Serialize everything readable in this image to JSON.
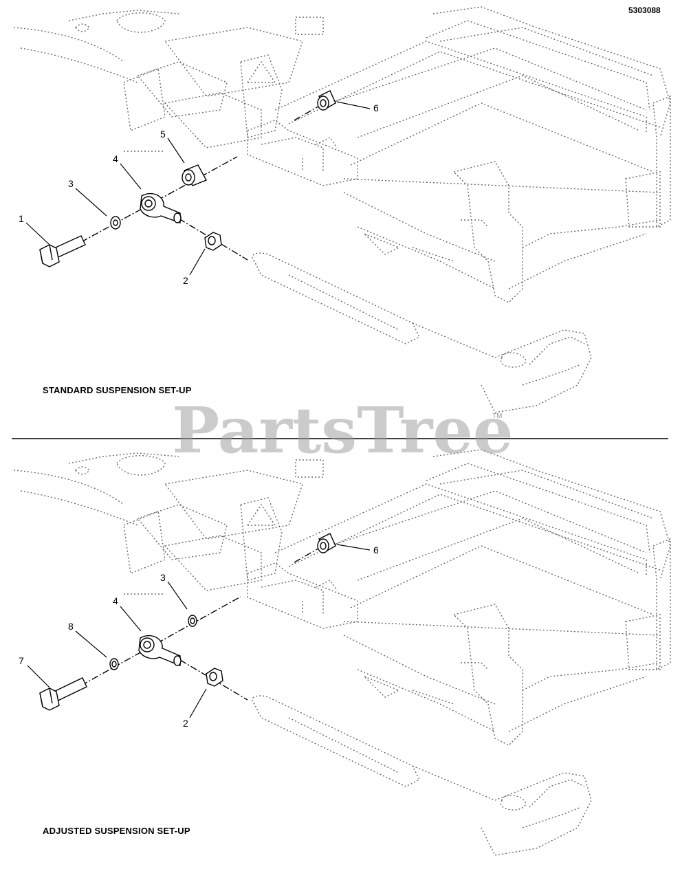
{
  "doc_number": "5303088",
  "watermark": "PartsTree",
  "watermark_tm": "TM",
  "views": [
    {
      "caption": "STANDARD SUSPENSION SET-UP",
      "callouts": [
        "1",
        "2",
        "3",
        "4",
        "5",
        "6"
      ]
    },
    {
      "caption": "ADJUSTED SUSPENSION SET-UP",
      "callouts": [
        "7",
        "2",
        "8",
        "4",
        "3",
        "6"
      ]
    }
  ]
}
